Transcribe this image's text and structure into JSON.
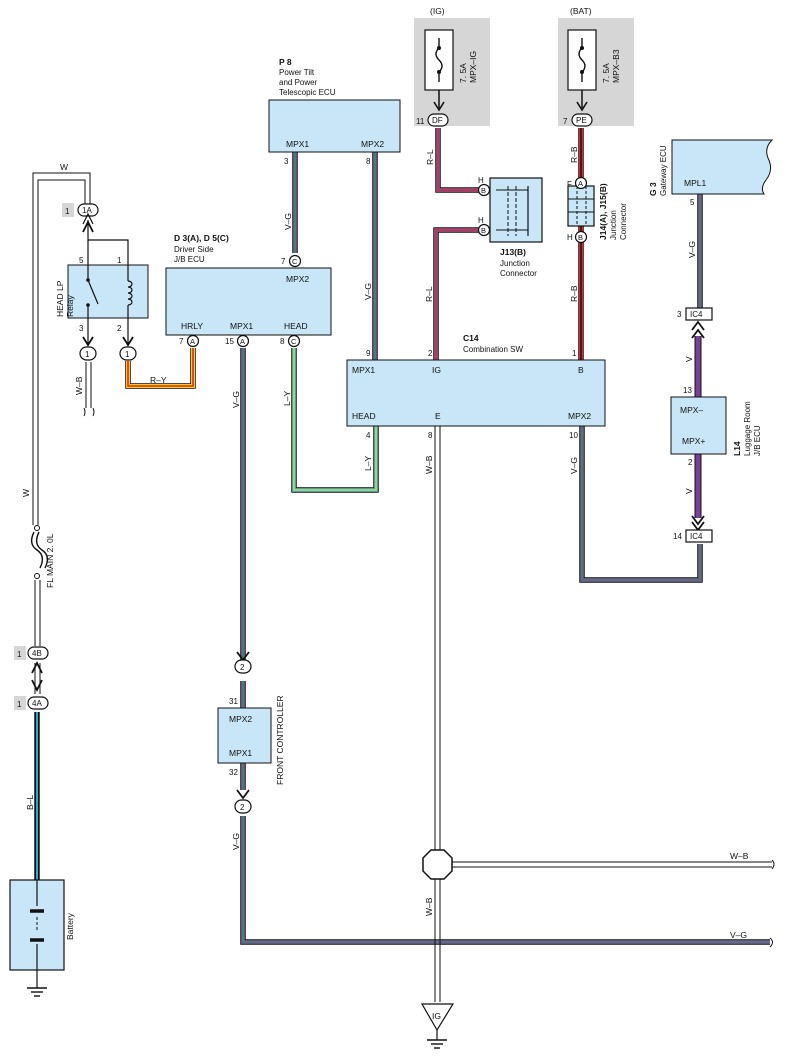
{
  "colors": {
    "ecu_fill": "#c8e6f7",
    "violet": "#7a3f9a",
    "green": "#2f9a4a",
    "red": "#e3262b",
    "blue": "#2a6fc6",
    "yellow": "#f2d21b",
    "light_blue": "#29a7d9",
    "white": "#ffffff",
    "gray_panel": "#d6d6d6"
  },
  "fuse_mpx_ig": {
    "amp": "7. 5A",
    "name": "MPX–IG",
    "source": "(IG)",
    "terminal_no": "11",
    "connector": "DF"
  },
  "fuse_mpx_b3": {
    "amp": "7. 5A",
    "name": "MPX–B3",
    "source": "(BAT)",
    "terminal_no": "7",
    "connector": "PE"
  },
  "p8": {
    "code": "P 8",
    "name_line1": "Power Tilt",
    "name_line2": "and Power",
    "name_line3": "Telescopic ECU",
    "pin_mpx1": "MPX1",
    "pin_mpx2": "MPX2",
    "pin_mpx1_no": "3",
    "pin_mpx2_no": "8"
  },
  "gateway": {
    "code": "G 3",
    "name": "Gateway ECU",
    "pin": "MPL1",
    "pin_no": "5"
  },
  "junction_j13": {
    "code": "J13(B)",
    "name_line1": "Junction",
    "name_line2": "Connector",
    "pin_upper": "H",
    "pin_lower": "H",
    "conn": "B"
  },
  "junction_j14": {
    "code": "J14(A), J15(B)",
    "name_line1": "Junction",
    "name_line2": "Connector",
    "pin_upper": "F",
    "pin_lower": "H",
    "conn_upper": "A",
    "conn_lower": "B"
  },
  "relay": {
    "name_line1": "HEAD LP",
    "name_line2": "Relay",
    "pin5": "5",
    "pin1": "1",
    "pin3": "3",
    "pin2": "2",
    "conn_top_no": "1",
    "conn_top": "1A",
    "conn_3": "1",
    "conn_2": "1"
  },
  "d3": {
    "code": "D 3(A), D 5(C)",
    "name_line1": "Driver Side",
    "name_line2": "J/B ECU",
    "pin_hrly": "HRLY",
    "pin_mpx1": "MPX1",
    "pin_head": "HEAD",
    "pin_mpx2": "MPX2",
    "hrly_no": "7",
    "hrly_conn": "A",
    "mpx1_no": "15",
    "mpx1_conn": "A",
    "head_no": "8",
    "head_conn": "C",
    "mpx2_no": "7",
    "mpx2_conn": "C"
  },
  "c14": {
    "code": "C14",
    "name": "Combination SW",
    "pin_mpx1": "MPX1",
    "pin_ig": "IG",
    "pin_b": "B",
    "pin_head": "HEAD",
    "pin_e": "E",
    "pin_mpx2": "MPX2",
    "mpx1_no": "9",
    "ig_no": "2",
    "b_no": "1",
    "head_no": "4",
    "e_no": "8",
    "mpx2_no": "10"
  },
  "l14": {
    "code": "L14",
    "name_line1": "Luggage Room",
    "name_line2": "J/B ECU",
    "pin_minus": "MPX–",
    "pin_plus": "MPX+",
    "minus_no": "13",
    "plus_no": "2",
    "conn_top_no": "3",
    "conn_top": "IC4",
    "conn_bottom_no": "14",
    "conn_bottom": "IC4"
  },
  "front_controller": {
    "name": "FRONT CONTROLLER",
    "pin_mpx2": "MPX2",
    "pin_mpx1": "MPX1",
    "mpx2_no": "31",
    "mpx1_no": "32",
    "conn_top": "2",
    "conn_bottom": "2"
  },
  "fusible_link": {
    "name": "FL MAIN 2. 0L"
  },
  "connectors_left": {
    "c4b_no": "1",
    "c4b": "4B",
    "c4a_no": "1",
    "c4a": "4A"
  },
  "battery": {
    "name": "Battery"
  },
  "ground_ig": {
    "label": "IG"
  },
  "wires": {
    "w": "W",
    "w2": "W",
    "r_y": "R–Y",
    "w_b_relay": "W–B",
    "v_g_p8": "V–G",
    "v_g_p8_right": "V–G",
    "r_l_fuse": "R–L",
    "r_l_c14": "R–L",
    "r_b_fuse": "R–B",
    "r_b_c14": "R–B",
    "v_g_gateway": "V–G",
    "v_l14_top": "V",
    "v_l14_bottom": "V",
    "v_g_d3": "V–G",
    "l_y_d3": "L–Y",
    "l_y_c14": "L–Y",
    "w_b_c14": "W–B",
    "v_g_c14": "V–G",
    "b_l": "B–L",
    "v_g_fc": "V–G",
    "w_b_ground": "W–B",
    "w_b_out": "W–B",
    "v_g_out": "V–G"
  }
}
